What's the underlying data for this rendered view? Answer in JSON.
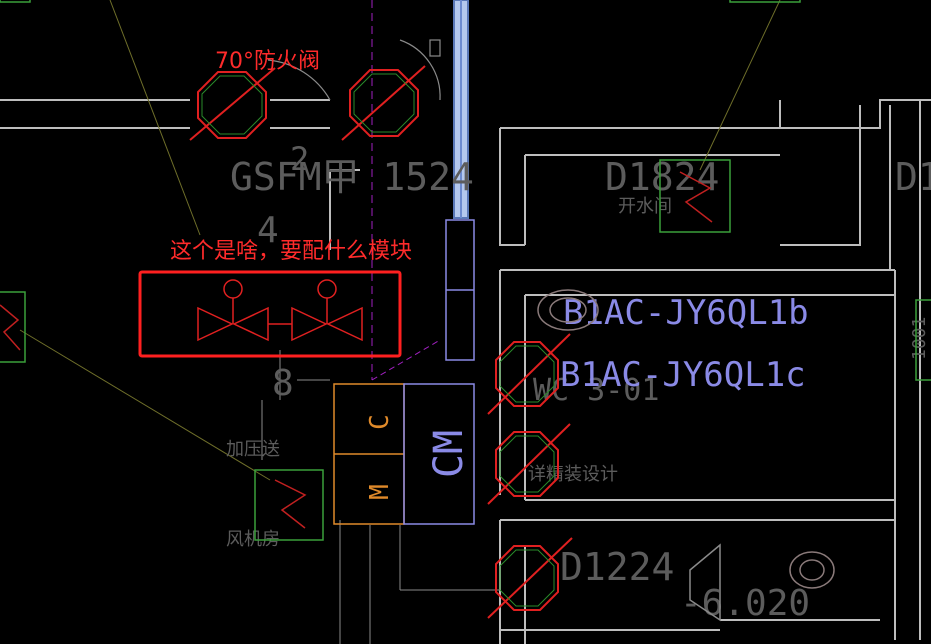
{
  "colors": {
    "background": "#000000",
    "wall": "#cfcfcf",
    "dim_text": "#5a5a5a",
    "annotation_red": "#ff2b2b",
    "blue_label": "#8a8ae6",
    "orange": "#e08a2a",
    "green": "#3aa03a",
    "olive": "#7a7a2a",
    "duct_blue": "#9fb6e6",
    "magenta": "#a020c0"
  },
  "annotations": {
    "valve_label": "70°防火阀",
    "question": "这个是啥，要配什么模块"
  },
  "labels": {
    "gsfm": "GSFM甲 1524",
    "d1824": "D1824",
    "d1_partial": "D1",
    "kaishui": "开水间",
    "b1ac_b": "B1AC-JY6QL1b",
    "b1ac_c": "B1AC-JY6QL1c",
    "wc": "WC 3-01",
    "jingzhuang": "详精装设计",
    "d1224": "D1224",
    "elev": "-6.020",
    "jia_ya_song": "加压送",
    "feng_ji_fang": "风机房",
    "module_c": "C",
    "module_m": "M",
    "module_cm": "CM",
    "num_4": "4",
    "num_8": "8",
    "num_2": "2",
    "right_partial": "1001"
  },
  "icons": {
    "fire_damper": "fire-damper-symbol",
    "valve": "two-way-valve-symbol",
    "fan": "fan-symbol"
  }
}
